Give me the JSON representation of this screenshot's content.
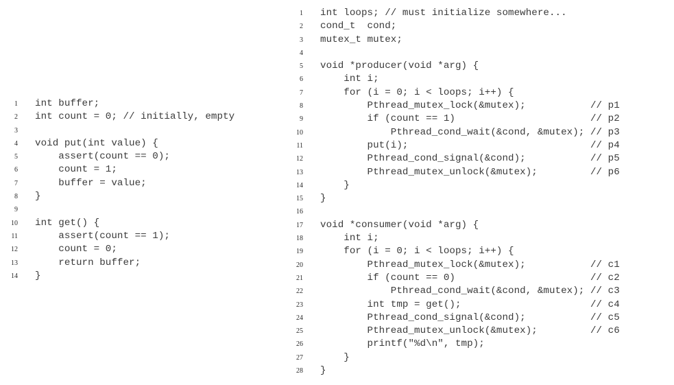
{
  "left_listing": {
    "lines": [
      {
        "num": "1",
        "code": "int buffer;"
      },
      {
        "num": "2",
        "code": "int count = 0; // initially, empty"
      },
      {
        "num": "3",
        "code": ""
      },
      {
        "num": "4",
        "code": "void put(int value) {"
      },
      {
        "num": "5",
        "code": "    assert(count == 0);"
      },
      {
        "num": "6",
        "code": "    count = 1;"
      },
      {
        "num": "7",
        "code": "    buffer = value;"
      },
      {
        "num": "8",
        "code": "}"
      },
      {
        "num": "9",
        "code": ""
      },
      {
        "num": "10",
        "code": "int get() {"
      },
      {
        "num": "11",
        "code": "    assert(count == 1);"
      },
      {
        "num": "12",
        "code": "    count = 0;"
      },
      {
        "num": "13",
        "code": "    return buffer;"
      },
      {
        "num": "14",
        "code": "}"
      }
    ]
  },
  "right_listing": {
    "lines": [
      {
        "num": "1",
        "code": "int loops; // must initialize somewhere..."
      },
      {
        "num": "2",
        "code": "cond_t  cond;"
      },
      {
        "num": "3",
        "code": "mutex_t mutex;"
      },
      {
        "num": "4",
        "code": ""
      },
      {
        "num": "5",
        "code": "void *producer(void *arg) {"
      },
      {
        "num": "6",
        "code": "    int i;"
      },
      {
        "num": "7",
        "code": "    for (i = 0; i < loops; i++) {"
      },
      {
        "num": "8",
        "code": "        Pthread_mutex_lock(&mutex);           // p1"
      },
      {
        "num": "9",
        "code": "        if (count == 1)                       // p2"
      },
      {
        "num": "10",
        "code": "            Pthread_cond_wait(&cond, &mutex); // p3"
      },
      {
        "num": "11",
        "code": "        put(i);                               // p4"
      },
      {
        "num": "12",
        "code": "        Pthread_cond_signal(&cond);           // p5"
      },
      {
        "num": "13",
        "code": "        Pthread_mutex_unlock(&mutex);         // p6"
      },
      {
        "num": "14",
        "code": "    }"
      },
      {
        "num": "15",
        "code": "}"
      },
      {
        "num": "16",
        "code": ""
      },
      {
        "num": "17",
        "code": "void *consumer(void *arg) {"
      },
      {
        "num": "18",
        "code": "    int i;"
      },
      {
        "num": "19",
        "code": "    for (i = 0; i < loops; i++) {"
      },
      {
        "num": "20",
        "code": "        Pthread_mutex_lock(&mutex);           // c1"
      },
      {
        "num": "21",
        "code": "        if (count == 0)                       // c2"
      },
      {
        "num": "22",
        "code": "            Pthread_cond_wait(&cond, &mutex); // c3"
      },
      {
        "num": "23",
        "code": "        int tmp = get();                      // c4"
      },
      {
        "num": "24",
        "code": "        Pthread_cond_signal(&cond);           // c5"
      },
      {
        "num": "25",
        "code": "        Pthread_mutex_unlock(&mutex);         // c6"
      },
      {
        "num": "26",
        "code": "        printf(\"%d\\n\", tmp);"
      },
      {
        "num": "27",
        "code": "    }"
      },
      {
        "num": "28",
        "code": "}"
      }
    ]
  },
  "colors": {
    "code_text": "#3a3a3a",
    "line_number": "#2a2a2a",
    "background": "#ffffff"
  }
}
